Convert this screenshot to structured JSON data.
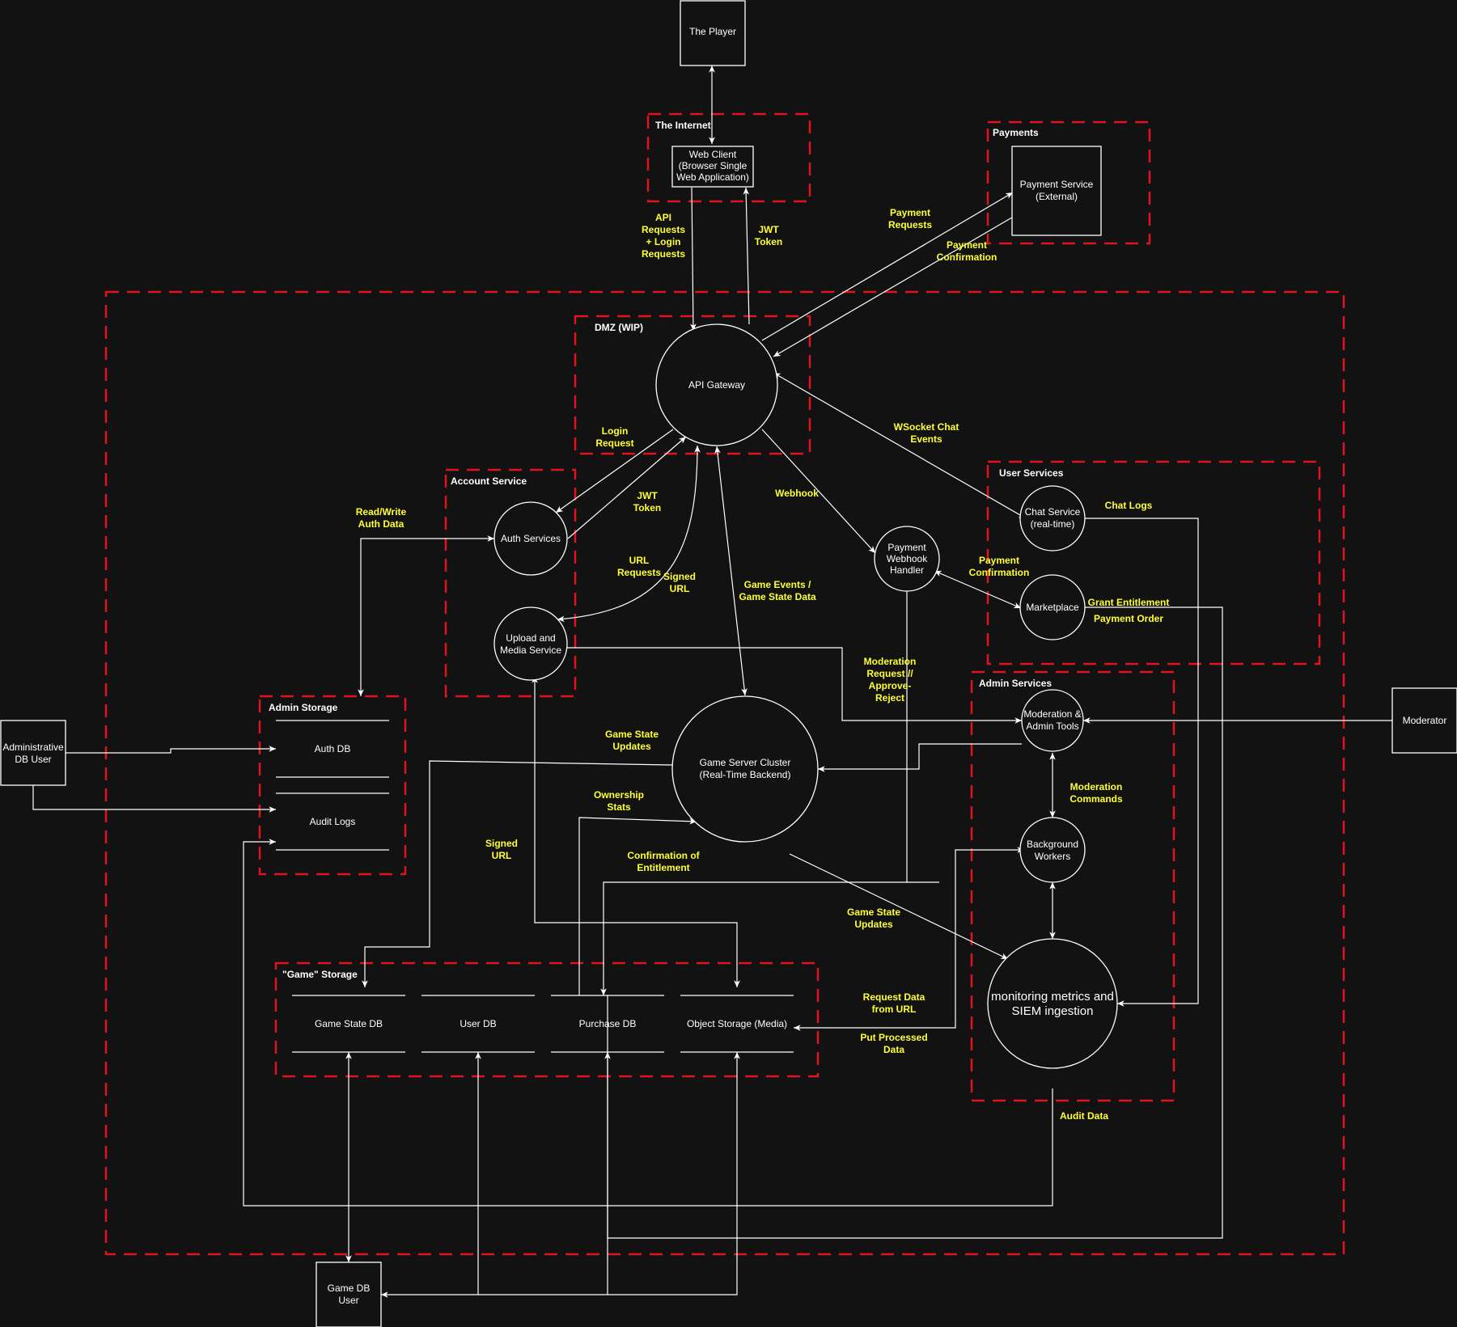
{
  "boundaries": {
    "internet": "The Internet",
    "payments": "Payments",
    "dmz": "DMZ (WIP)",
    "account": "Account Service",
    "user_services": "User Services",
    "admin_services": "Admin Services",
    "admin_storage": "Admin Storage",
    "game_storage": "\"Game\" Storage"
  },
  "entities": {
    "player": "The Player",
    "admin_db_user": [
      "Administrative",
      "DB User"
    ],
    "moderator": "Moderator",
    "game_db_user": [
      "Game DB",
      "User"
    ]
  },
  "processes": {
    "web_client": [
      "Web Client",
      "(Browser Single",
      "Web Application)"
    ],
    "payment_service": [
      "Payment Service",
      "(External)"
    ],
    "api_gateway": "API Gateway",
    "auth_services": "Auth Services",
    "upload_media": [
      "Upload and",
      "Media Service"
    ],
    "payment_webhook": [
      "Payment",
      "Webhook",
      "Handler"
    ],
    "chat_service": [
      "Chat Service",
      "(real-time)"
    ],
    "marketplace": "Marketplace",
    "game_server": [
      "Game Server Cluster",
      "(Real-Time Backend)"
    ],
    "moderation_tools": [
      "Moderation &",
      "Admin Tools"
    ],
    "background_workers": [
      "Background",
      "Workers"
    ],
    "monitoring": [
      "monitoring metrics and",
      "SIEM ingestion"
    ]
  },
  "stores": {
    "auth_db": "Auth DB",
    "audit_logs": "Audit Logs",
    "game_state_db": "Game State DB",
    "user_db": "User DB",
    "purchase_db": "Purchase DB",
    "object_storage": "Object Storage (Media)"
  },
  "flows": {
    "api_requests": [
      "API",
      "Requests",
      "+ Login",
      "Requests"
    ],
    "jwt_token_top": [
      "JWT",
      "Token"
    ],
    "payment_requests": [
      "Payment",
      "Requests"
    ],
    "payment_confirmation_top": [
      "Payment",
      "Confirmation"
    ],
    "login_request": [
      "Login",
      "Request"
    ],
    "jwt_token_mid": [
      "JWT",
      "Token"
    ],
    "wsocket_chat": [
      "WSocket Chat",
      "Events"
    ],
    "webhook": "Webhook",
    "read_write_auth": [
      "Read/Write",
      "Auth Data"
    ],
    "url_requests": [
      "URL",
      "Requests"
    ],
    "signed_url_top": [
      "Signed",
      "URL"
    ],
    "game_events": [
      "Game Events /",
      "Game State Data"
    ],
    "payment_confirmation_mid": [
      "Payment",
      "Confirmation"
    ],
    "chat_logs": "Chat Logs",
    "grant_entitlement": "Grant Entitlement",
    "payment_order": "Payment Order",
    "moderation_request": [
      "Moderation",
      "Request //",
      "Approve-",
      "Reject"
    ],
    "game_state_updates_top": [
      "Game State",
      "Updates"
    ],
    "moderation_commands": [
      "Moderation",
      "Commands"
    ],
    "ownership_stats": [
      "Ownership",
      "Stats"
    ],
    "signed_url_left": [
      "Signed",
      "URL"
    ],
    "confirmation_entitlement": [
      "Confirmation of",
      "Entitlement"
    ],
    "game_state_updates_bottom": [
      "Game State",
      "Updates"
    ],
    "request_data_url": [
      "Request Data",
      "from URL"
    ],
    "put_processed": [
      "Put Processed",
      "Data"
    ],
    "audit_data": "Audit Data"
  }
}
